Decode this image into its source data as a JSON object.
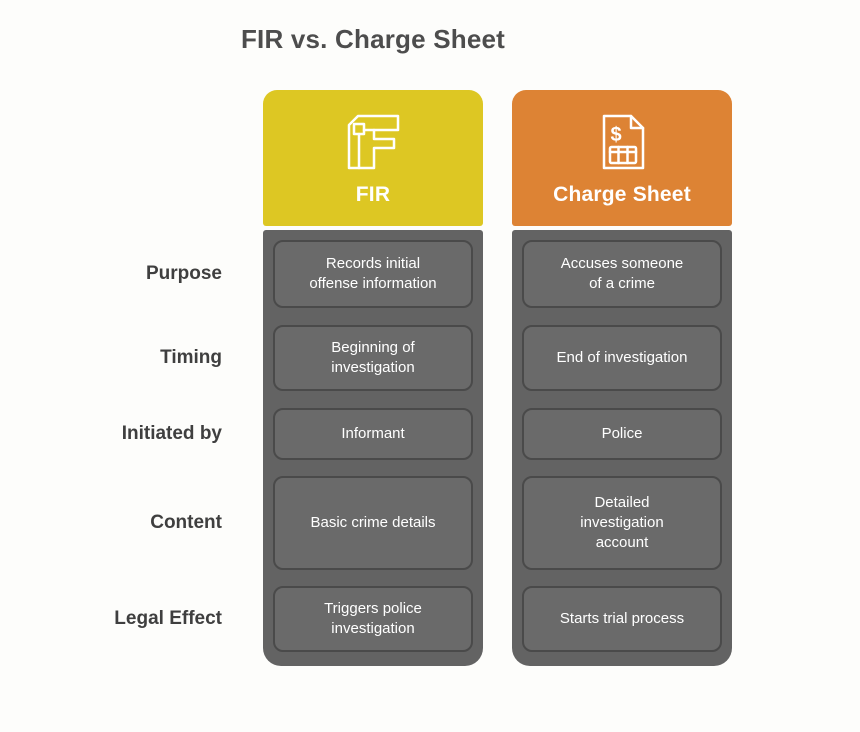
{
  "title": "FIR vs. Charge Sheet",
  "colors": {
    "fir_header": "#ddc723",
    "charge_header": "#dd8334",
    "column_body": "#636363",
    "cell_fill": "#6a6a6a",
    "cell_border": "#4a4a4a",
    "title_text": "#4d4d4d",
    "label_text": "#3f3f3f",
    "cell_text": "#ffffff"
  },
  "fir_column": {
    "header": "FIR",
    "icon": "fir-monogram-icon"
  },
  "charge_column": {
    "header": "Charge Sheet",
    "icon": "invoice-document-icon"
  },
  "rows": [
    {
      "label": "Purpose",
      "fir": "Records initial\noffense information",
      "charge": "Accuses someone\nof a crime"
    },
    {
      "label": "Timing",
      "fir": "Beginning of\ninvestigation",
      "charge": "End of investigation"
    },
    {
      "label": "Initiated by",
      "fir": "Informant",
      "charge": "Police"
    },
    {
      "label": "Content",
      "fir": "Basic crime details",
      "charge": "Detailed\ninvestigation\naccount"
    },
    {
      "label": "Legal Effect",
      "fir": "Triggers police\ninvestigation",
      "charge": "Starts trial process"
    }
  ]
}
